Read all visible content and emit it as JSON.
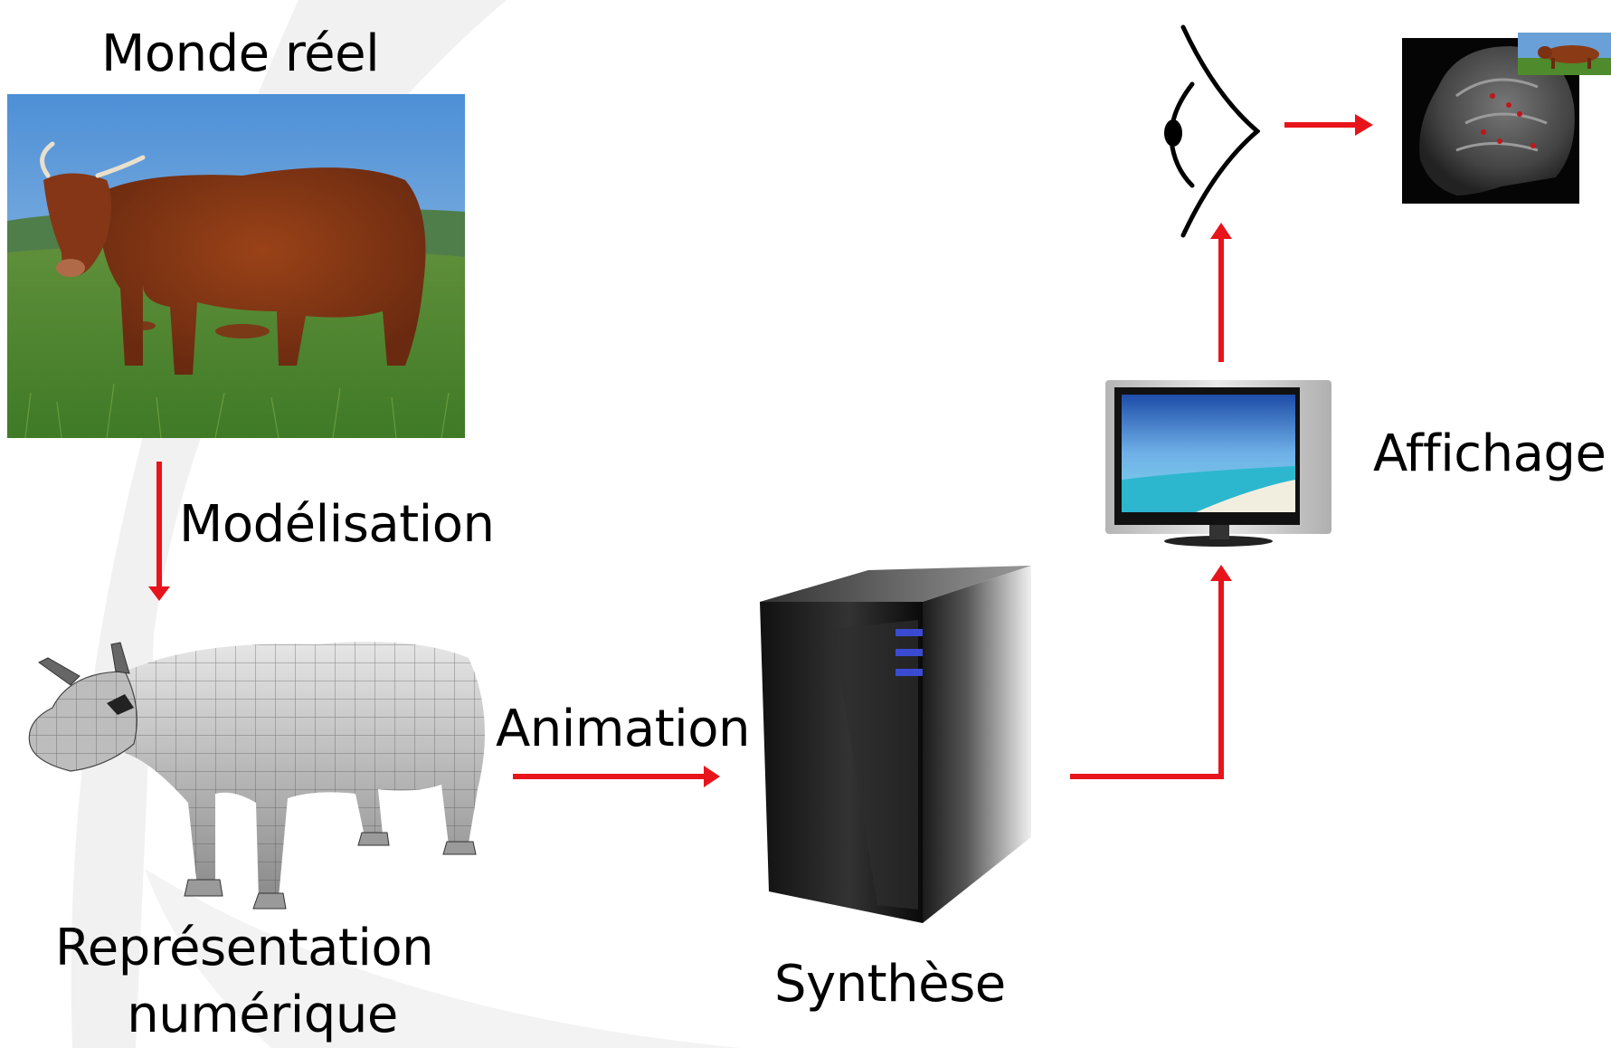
{
  "labels": {
    "real_world": "Monde réel",
    "modeling": "Modélisation",
    "digital_representation_line1": "Représentation",
    "digital_representation_line2": "numérique",
    "animation": "Animation",
    "synthesis": "Synthèse",
    "display": "Affichage"
  },
  "colors": {
    "arrow": "#e8141b",
    "background_swoosh": "#f1f1f1"
  },
  "icons": [
    "cow-photo",
    "wireframe-cow-model",
    "computer-tower",
    "flat-screen-monitor",
    "eye-icon",
    "brain-mri-image"
  ]
}
